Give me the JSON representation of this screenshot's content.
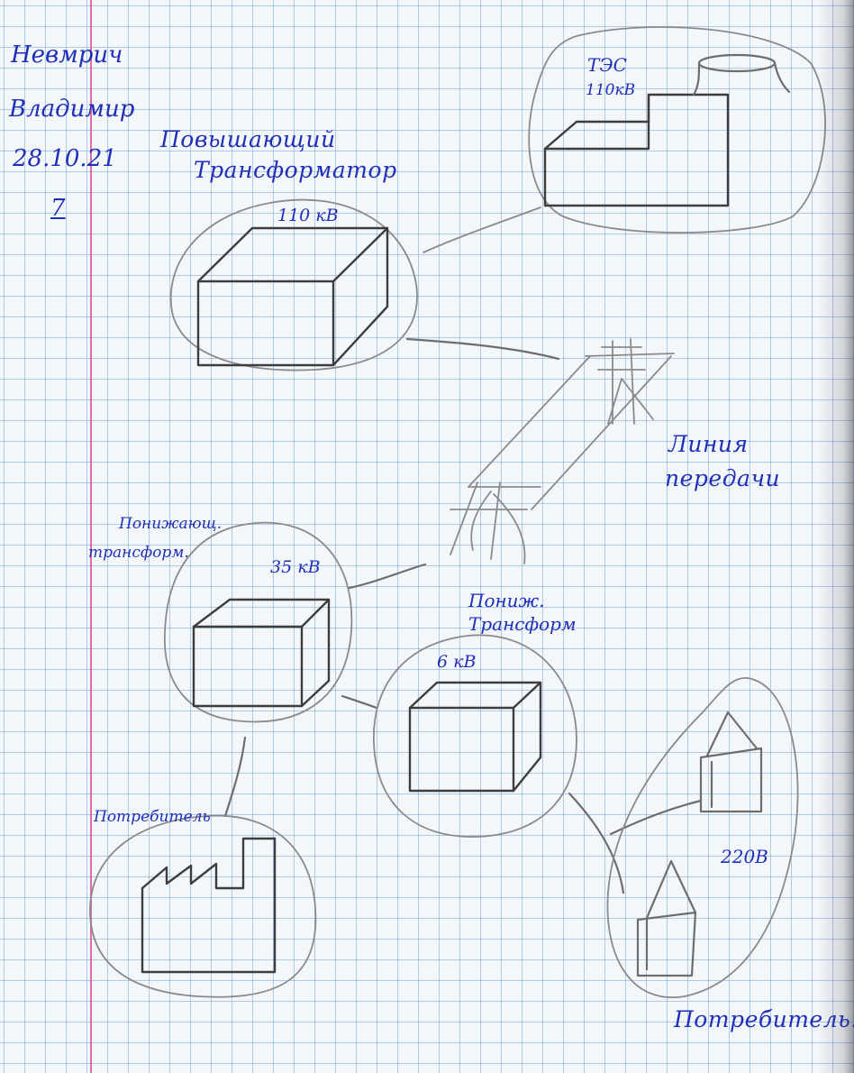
{
  "signature": {
    "surname": "Невмрич",
    "name": "Владимир",
    "date": "28.10.21",
    "number": "7"
  },
  "nodes": {
    "tes": {
      "title": "ТЭС",
      "voltage": "110кВ"
    },
    "step_up": {
      "title_line1": "Повышающий",
      "title_line2": "Трансформатор",
      "voltage": "110 кВ"
    },
    "line": {
      "title_line1": "Линия",
      "title_line2": "передачи"
    },
    "step_down_35": {
      "title_line1": "Понижающ.",
      "title_line2": "трансформ.",
      "voltage": "35 кВ"
    },
    "step_down_6": {
      "title_line1": "Пониж.",
      "title_line2": "Трансформ",
      "voltage": "6 кВ"
    },
    "consumer_factory": {
      "title": "Потребитель"
    },
    "consumer_houses": {
      "title": "Потребитель.",
      "voltage": "220В"
    }
  },
  "colors": {
    "ink": "#1f2fb8",
    "pencil": "#6d6d6d",
    "grid": "#5f91cd",
    "margin": "#d9559a"
  }
}
